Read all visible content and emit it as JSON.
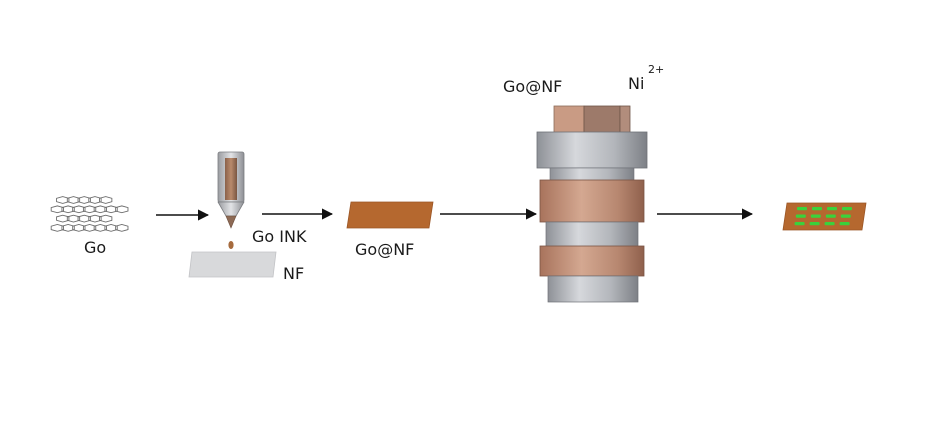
{
  "labels": {
    "graphene": "Go",
    "ink": "Go INK",
    "substrate": "NF",
    "coated": "Go@NF",
    "reactor_inner": "Go@NF",
    "ion": "Ni",
    "ion_charge": "2+"
  },
  "colors": {
    "copper": "#b5682f",
    "copper_light": "#c99b84",
    "steel": "#b9bcc2",
    "steel_dark": "#8a8d93",
    "nf_plate": "#d7d8da",
    "product_dots": "#3bd23b",
    "arrow": "#111111"
  },
  "icons": [
    "graphene-lattice-icon",
    "pipette-icon",
    "ink-droplet-icon",
    "reactor-icon",
    "arrow-icon"
  ]
}
